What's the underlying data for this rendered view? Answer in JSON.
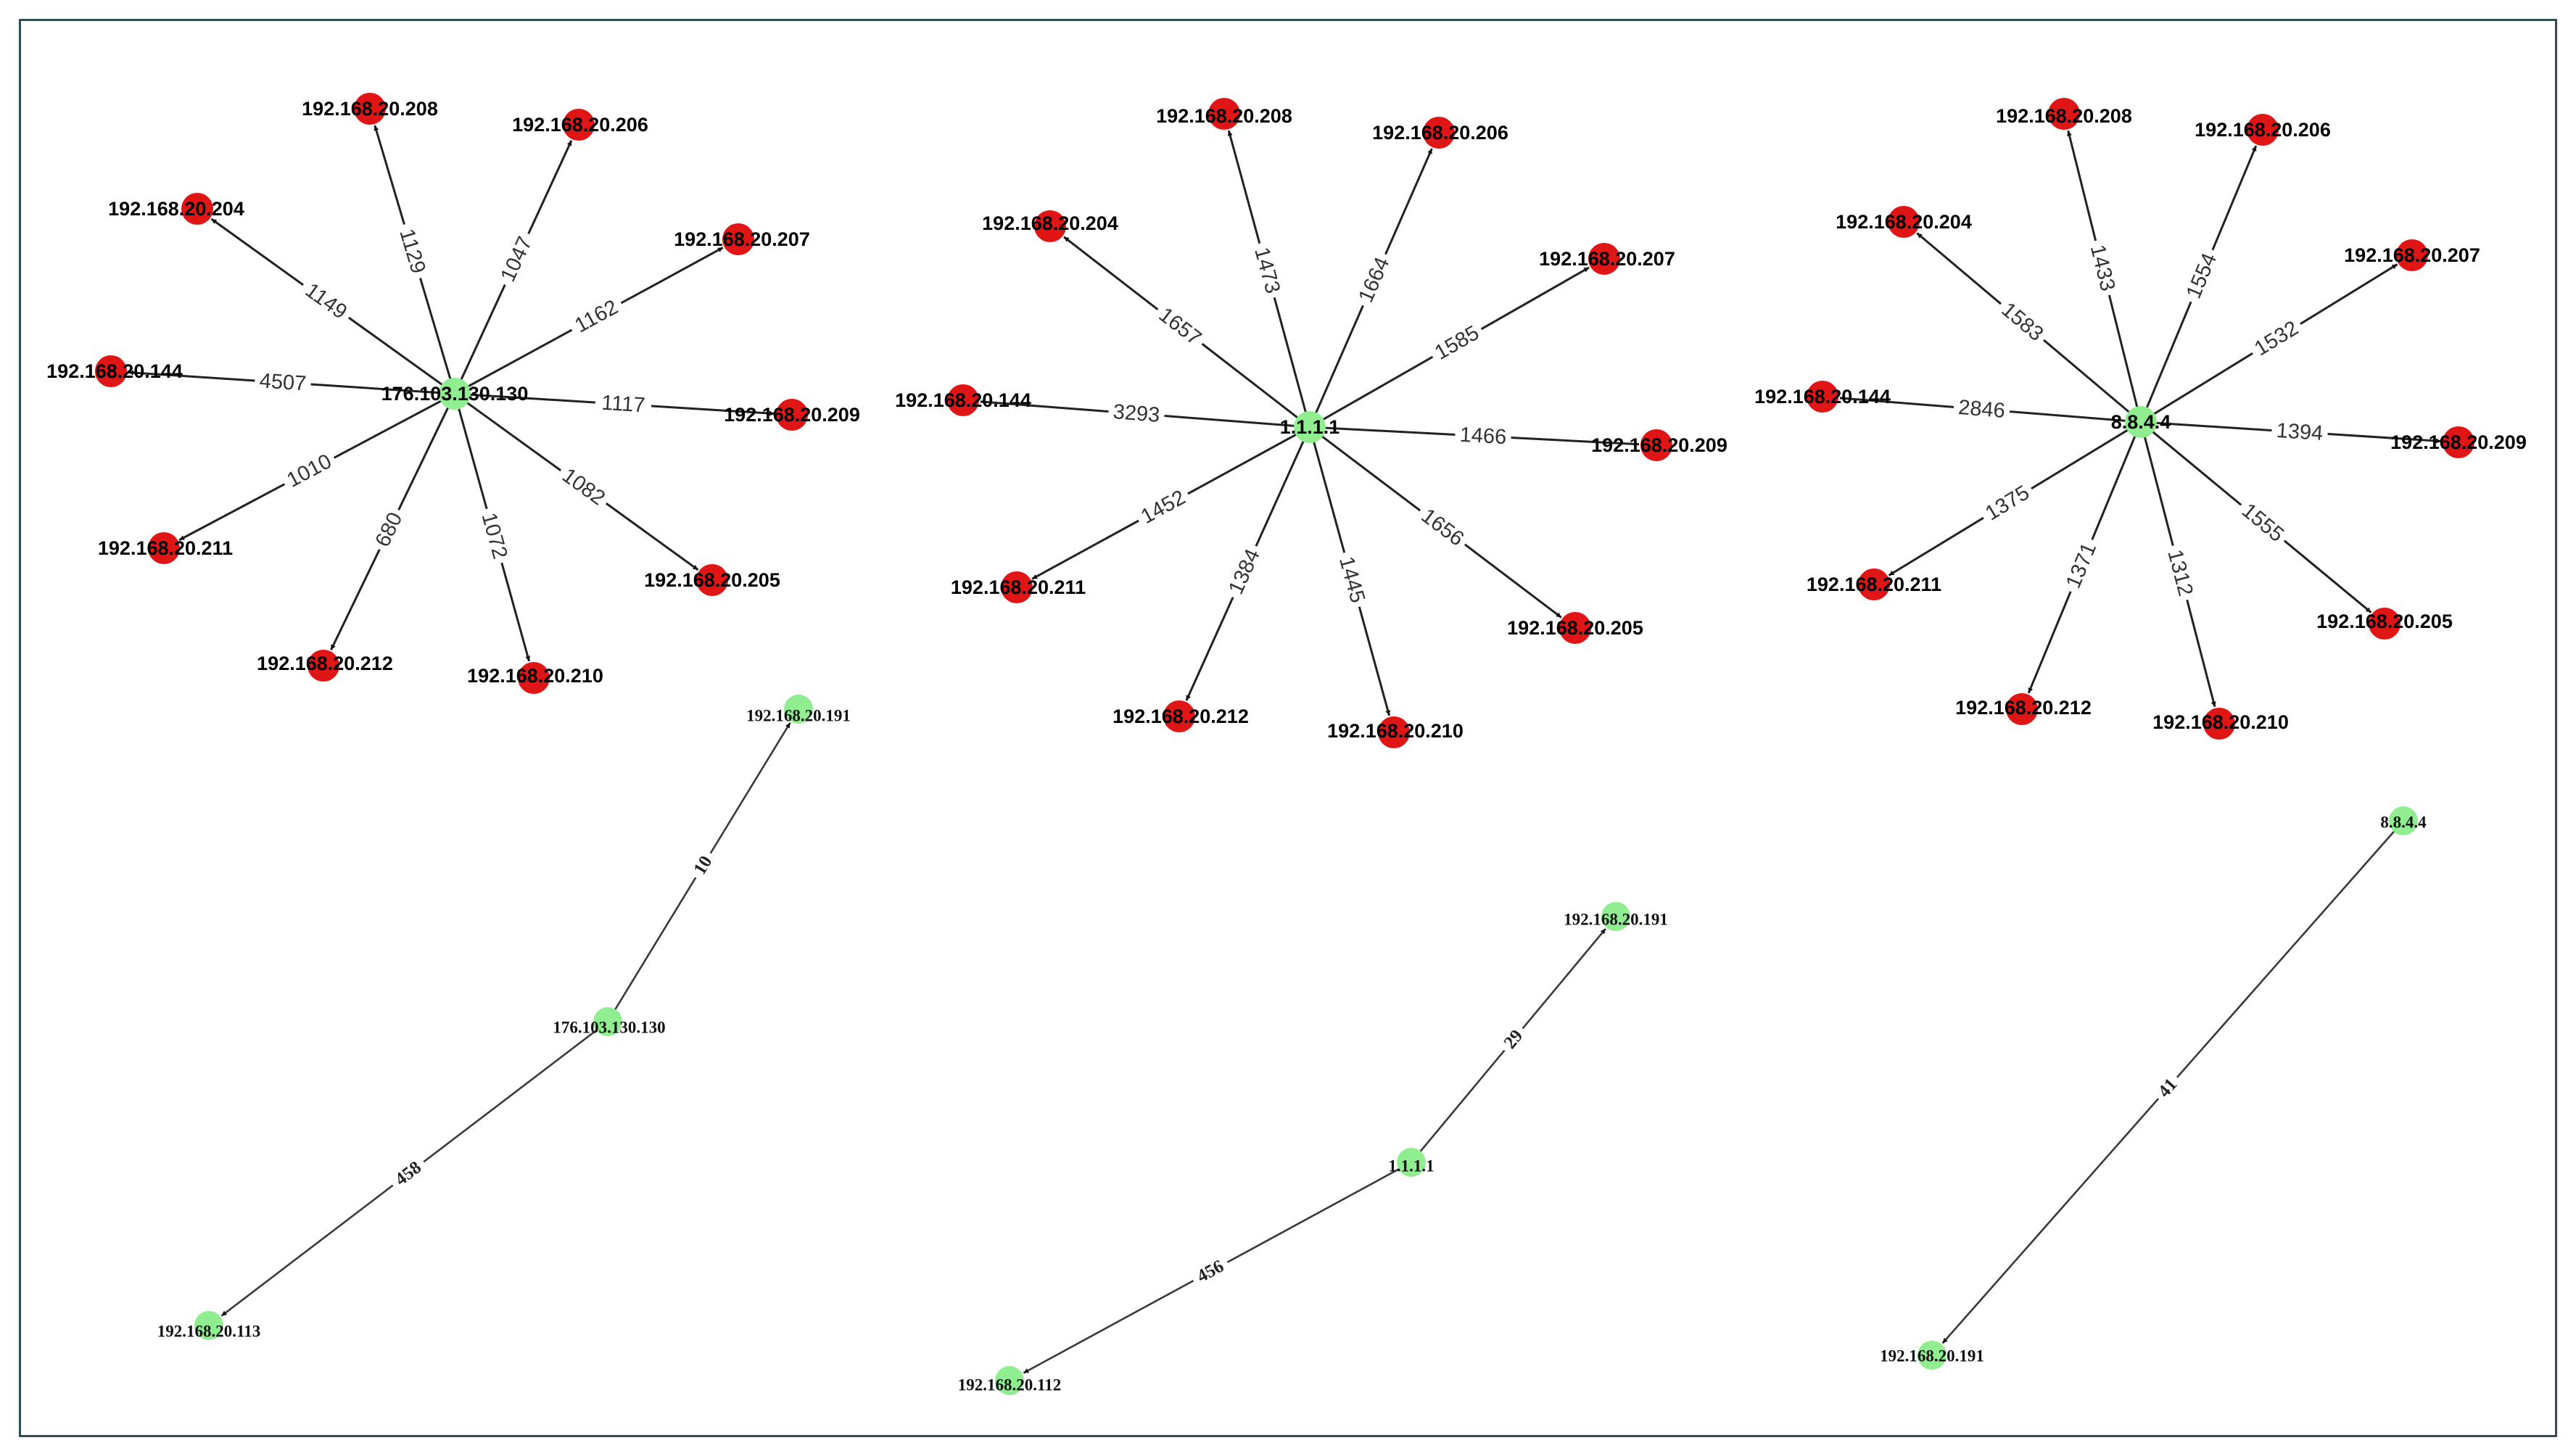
{
  "colors": {
    "attacker_node": "#90ee90",
    "target_node": "#e01515",
    "edge": "#222222",
    "frame": "#2f4f58"
  },
  "graphs": [
    {
      "id": "g1",
      "style": "sans",
      "nodes": [
        {
          "id": "c",
          "label": "176.103.130.130",
          "kind": "attacker"
        },
        {
          "id": "n208",
          "label": "192.168.20.208",
          "kind": "target"
        },
        {
          "id": "n206",
          "label": "192.168.20.206",
          "kind": "target"
        },
        {
          "id": "n204",
          "label": "192.168.20.204",
          "kind": "target"
        },
        {
          "id": "n207",
          "label": "192.168.20.207",
          "kind": "target"
        },
        {
          "id": "n144",
          "label": "192.168.20.144",
          "kind": "target"
        },
        {
          "id": "n209",
          "label": "192.168.20.209",
          "kind": "target"
        },
        {
          "id": "n211",
          "label": "192.168.20.211",
          "kind": "target"
        },
        {
          "id": "n205",
          "label": "192.168.20.205",
          "kind": "target"
        },
        {
          "id": "n212",
          "label": "192.168.20.212",
          "kind": "target"
        },
        {
          "id": "n210",
          "label": "192.168.20.210",
          "kind": "target"
        }
      ],
      "edges": [
        {
          "from": "c",
          "to": "n208",
          "label": "1129"
        },
        {
          "from": "c",
          "to": "n206",
          "label": "1047"
        },
        {
          "from": "c",
          "to": "n204",
          "label": "1149"
        },
        {
          "from": "c",
          "to": "n207",
          "label": "1162"
        },
        {
          "from": "c",
          "to": "n144",
          "label": "4507"
        },
        {
          "from": "c",
          "to": "n209",
          "label": "1117"
        },
        {
          "from": "c",
          "to": "n211",
          "label": "1010"
        },
        {
          "from": "c",
          "to": "n205",
          "label": "1082"
        },
        {
          "from": "c",
          "to": "n212",
          "label": "680"
        },
        {
          "from": "c",
          "to": "n210",
          "label": "1072"
        }
      ]
    },
    {
      "id": "g2",
      "style": "sans",
      "nodes": [
        {
          "id": "c",
          "label": "1.1.1.1",
          "kind": "attacker"
        },
        {
          "id": "n208",
          "label": "192.168.20.208",
          "kind": "target"
        },
        {
          "id": "n206",
          "label": "192.168.20.206",
          "kind": "target"
        },
        {
          "id": "n204",
          "label": "192.168.20.204",
          "kind": "target"
        },
        {
          "id": "n207",
          "label": "192.168.20.207",
          "kind": "target"
        },
        {
          "id": "n144",
          "label": "192.168.20.144",
          "kind": "target"
        },
        {
          "id": "n209",
          "label": "192.168.20.209",
          "kind": "target"
        },
        {
          "id": "n211",
          "label": "192.168.20.211",
          "kind": "target"
        },
        {
          "id": "n205",
          "label": "192.168.20.205",
          "kind": "target"
        },
        {
          "id": "n212",
          "label": "192.168.20.212",
          "kind": "target"
        },
        {
          "id": "n210",
          "label": "192.168.20.210",
          "kind": "target"
        }
      ],
      "edges": [
        {
          "from": "c",
          "to": "n208",
          "label": "1473"
        },
        {
          "from": "c",
          "to": "n206",
          "label": "1664"
        },
        {
          "from": "c",
          "to": "n204",
          "label": "1657"
        },
        {
          "from": "c",
          "to": "n207",
          "label": "1585"
        },
        {
          "from": "c",
          "to": "n144",
          "label": "3293"
        },
        {
          "from": "c",
          "to": "n209",
          "label": "1466"
        },
        {
          "from": "c",
          "to": "n211",
          "label": "1452"
        },
        {
          "from": "c",
          "to": "n205",
          "label": "1656"
        },
        {
          "from": "c",
          "to": "n212",
          "label": "1384"
        },
        {
          "from": "c",
          "to": "n210",
          "label": "1445"
        }
      ]
    },
    {
      "id": "g3",
      "style": "sans",
      "nodes": [
        {
          "id": "c",
          "label": "8.8.4.4",
          "kind": "attacker"
        },
        {
          "id": "n208",
          "label": "192.168.20.208",
          "kind": "target"
        },
        {
          "id": "n206",
          "label": "192.168.20.206",
          "kind": "target"
        },
        {
          "id": "n204",
          "label": "192.168.20.204",
          "kind": "target"
        },
        {
          "id": "n207",
          "label": "192.168.20.207",
          "kind": "target"
        },
        {
          "id": "n144",
          "label": "192.168.20.144",
          "kind": "target"
        },
        {
          "id": "n209",
          "label": "192.168.20.209",
          "kind": "target"
        },
        {
          "id": "n211",
          "label": "192.168.20.211",
          "kind": "target"
        },
        {
          "id": "n205",
          "label": "192.168.20.205",
          "kind": "target"
        },
        {
          "id": "n212",
          "label": "192.168.20.212",
          "kind": "target"
        },
        {
          "id": "n210",
          "label": "192.168.20.210",
          "kind": "target"
        }
      ],
      "edges": [
        {
          "from": "c",
          "to": "n208",
          "label": "1433"
        },
        {
          "from": "c",
          "to": "n206",
          "label": "1554"
        },
        {
          "from": "c",
          "to": "n204",
          "label": "1583"
        },
        {
          "from": "c",
          "to": "n207",
          "label": "1532"
        },
        {
          "from": "c",
          "to": "n144",
          "label": "2846"
        },
        {
          "from": "c",
          "to": "n209",
          "label": "1394"
        },
        {
          "from": "c",
          "to": "n211",
          "label": "1375"
        },
        {
          "from": "c",
          "to": "n205",
          "label": "1555"
        },
        {
          "from": "c",
          "to": "n212",
          "label": "1371"
        },
        {
          "from": "c",
          "to": "n210",
          "label": "1312"
        }
      ]
    },
    {
      "id": "g4",
      "style": "serif",
      "nodes": [
        {
          "id": "a",
          "label": "192.168.20.191",
          "kind": "attacker"
        },
        {
          "id": "b",
          "label": "176.103.130.130",
          "kind": "attacker"
        },
        {
          "id": "c",
          "label": "192.168.20.113",
          "kind": "attacker"
        }
      ],
      "edges": [
        {
          "from": "b",
          "to": "a",
          "label": "10"
        },
        {
          "from": "b",
          "to": "c",
          "label": "458"
        }
      ]
    },
    {
      "id": "g5",
      "style": "serif",
      "nodes": [
        {
          "id": "a",
          "label": "192.168.20.191",
          "kind": "attacker"
        },
        {
          "id": "b",
          "label": "1.1.1.1",
          "kind": "attacker"
        },
        {
          "id": "c",
          "label": "192.168.20.112",
          "kind": "attacker"
        }
      ],
      "edges": [
        {
          "from": "b",
          "to": "a",
          "label": "29"
        },
        {
          "from": "b",
          "to": "c",
          "label": "456"
        }
      ]
    },
    {
      "id": "g6",
      "style": "serif",
      "nodes": [
        {
          "id": "a",
          "label": "8.8.4.4",
          "kind": "attacker"
        },
        {
          "id": "c",
          "label": "192.168.20.191",
          "kind": "attacker"
        }
      ],
      "edges": [
        {
          "from": "a",
          "to": "c",
          "label": "41"
        }
      ]
    }
  ]
}
